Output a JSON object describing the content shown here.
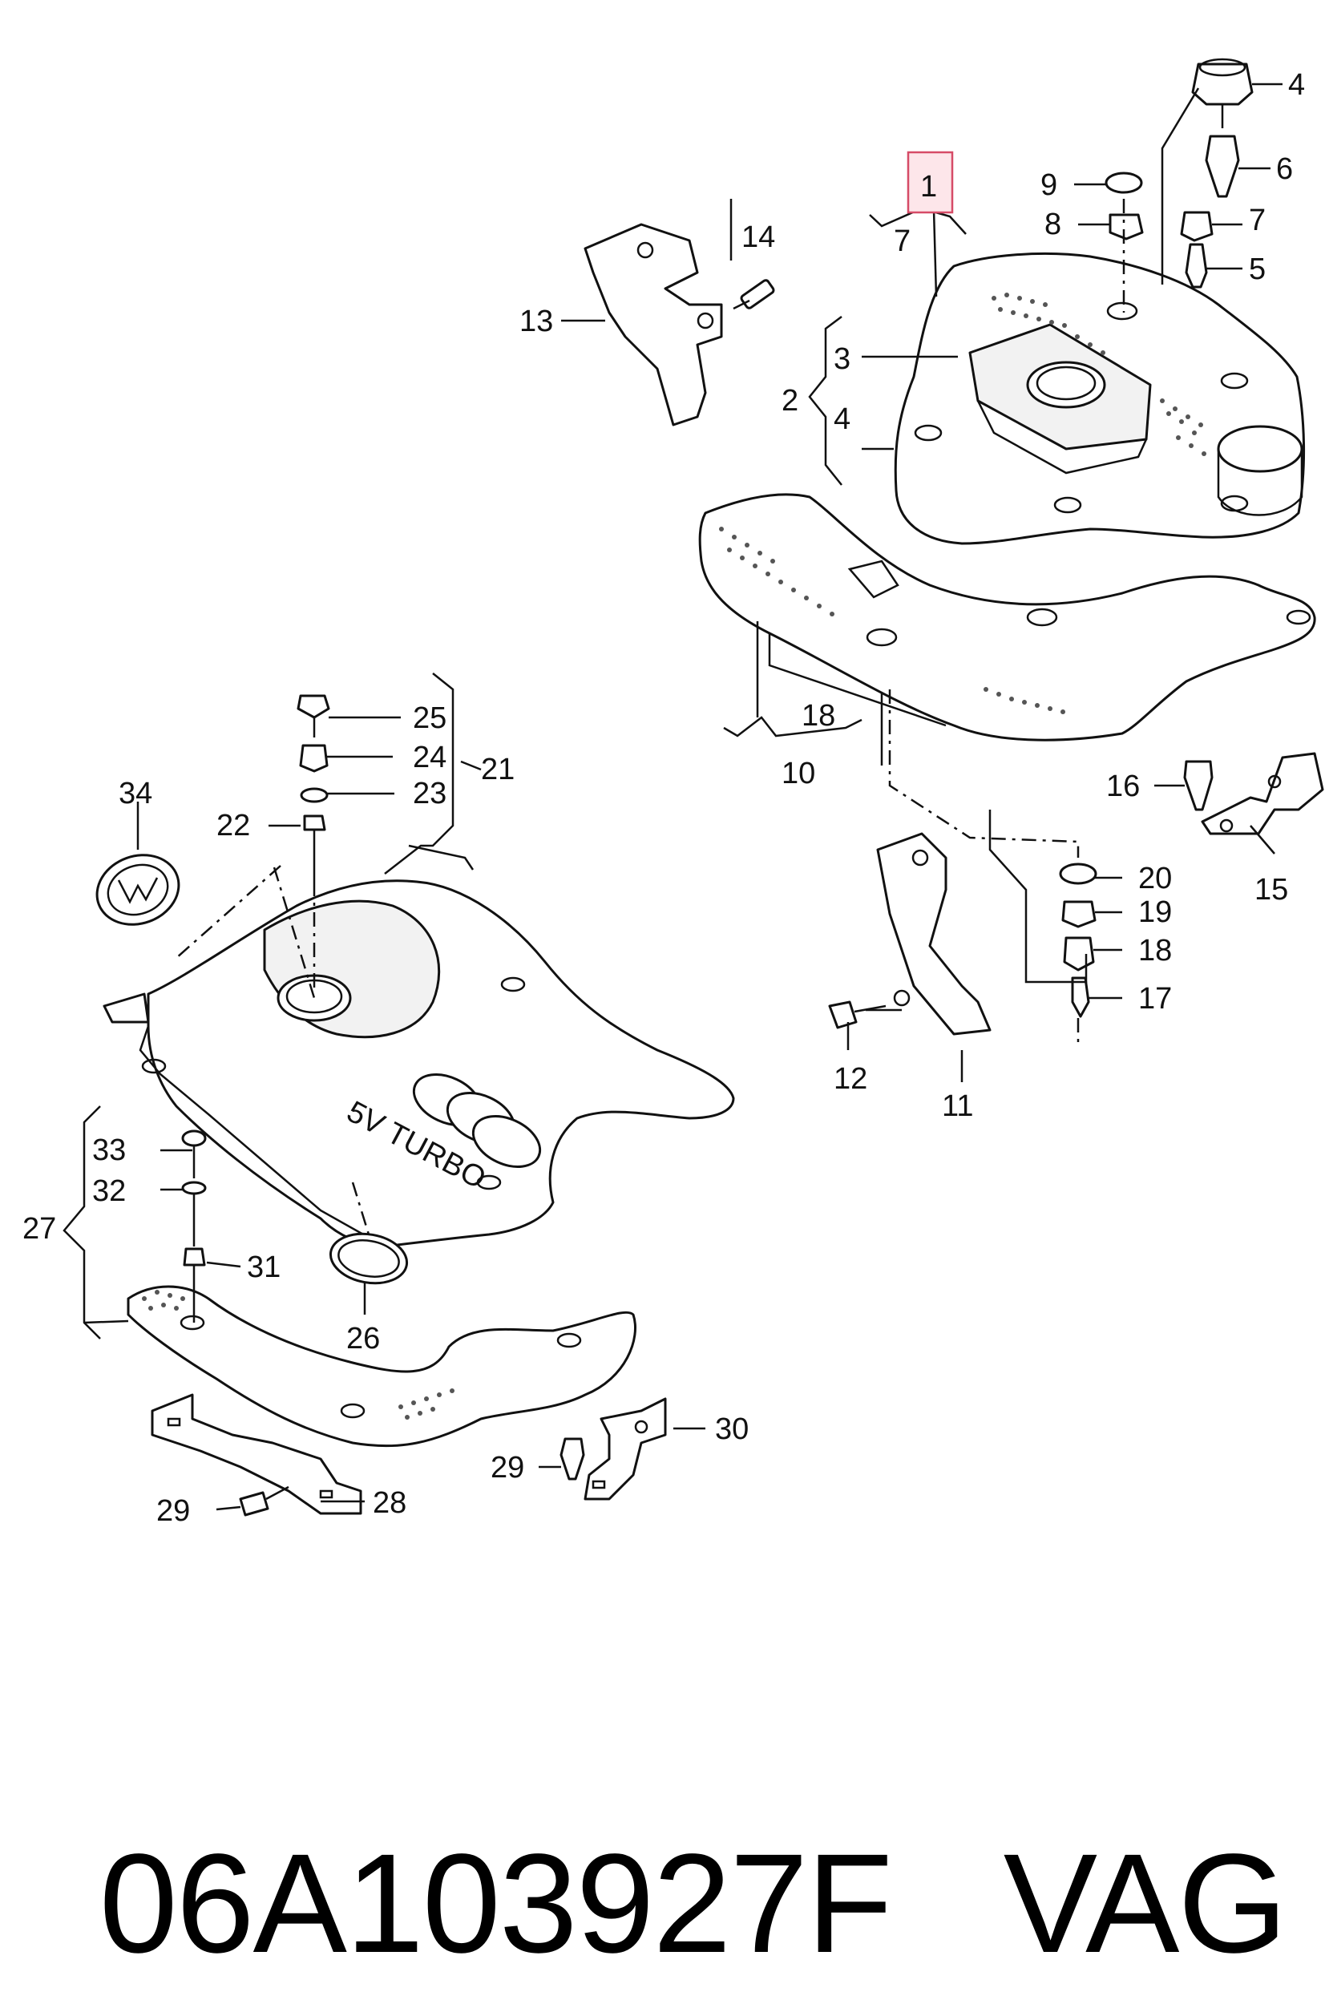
{
  "part_number": "06A103927F",
  "brand": "VAG",
  "highlighted_callout": "1",
  "callouts": {
    "c1": "1",
    "c2": "2",
    "c3": "3",
    "c4a": "4",
    "c4b": "4",
    "c5": "5",
    "c6": "6",
    "c7a": "7",
    "c7b": "7",
    "c8": "8",
    "c9": "9",
    "c10": "10",
    "c11": "11",
    "c12": "12",
    "c13": "13",
    "c14": "14",
    "c15": "15",
    "c16": "16",
    "c17": "17",
    "c18a": "18",
    "c18b": "18",
    "c19": "19",
    "c20": "20",
    "c21": "21",
    "c22": "22",
    "c23": "23",
    "c24": "24",
    "c25": "25",
    "c26": "26",
    "c27": "27",
    "c28": "28",
    "c29a": "29",
    "c29b": "29",
    "c30": "30",
    "c31": "31",
    "c32": "32",
    "c33": "33",
    "c34": "34"
  },
  "cover_embossing": "5V TURBO",
  "colors": {
    "highlight_fill": "#fde6ea",
    "highlight_border": "#d64b67",
    "line": "#111111"
  }
}
